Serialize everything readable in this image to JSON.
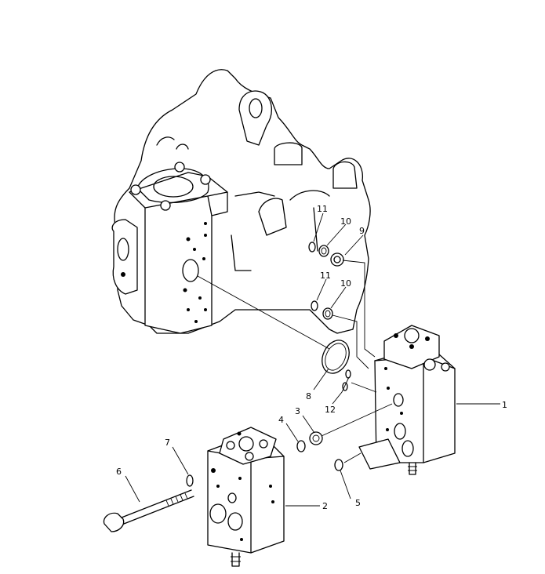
{
  "callouts": [
    {
      "id": "c1",
      "label": "1"
    },
    {
      "id": "c2",
      "label": "2"
    },
    {
      "id": "c3",
      "label": "3"
    },
    {
      "id": "c4",
      "label": "4"
    },
    {
      "id": "c5",
      "label": "5"
    },
    {
      "id": "c6",
      "label": "6"
    },
    {
      "id": "c7",
      "label": "7"
    },
    {
      "id": "c8",
      "label": "8"
    },
    {
      "id": "c9",
      "label": "9"
    },
    {
      "id": "c10a",
      "label": "10"
    },
    {
      "id": "c10b",
      "label": "10"
    },
    {
      "id": "c11a",
      "label": "11"
    },
    {
      "id": "c11b",
      "label": "11"
    },
    {
      "id": "c12",
      "label": "12"
    }
  ],
  "colors": {
    "ink": "#000000",
    "paper": "#ffffff"
  }
}
